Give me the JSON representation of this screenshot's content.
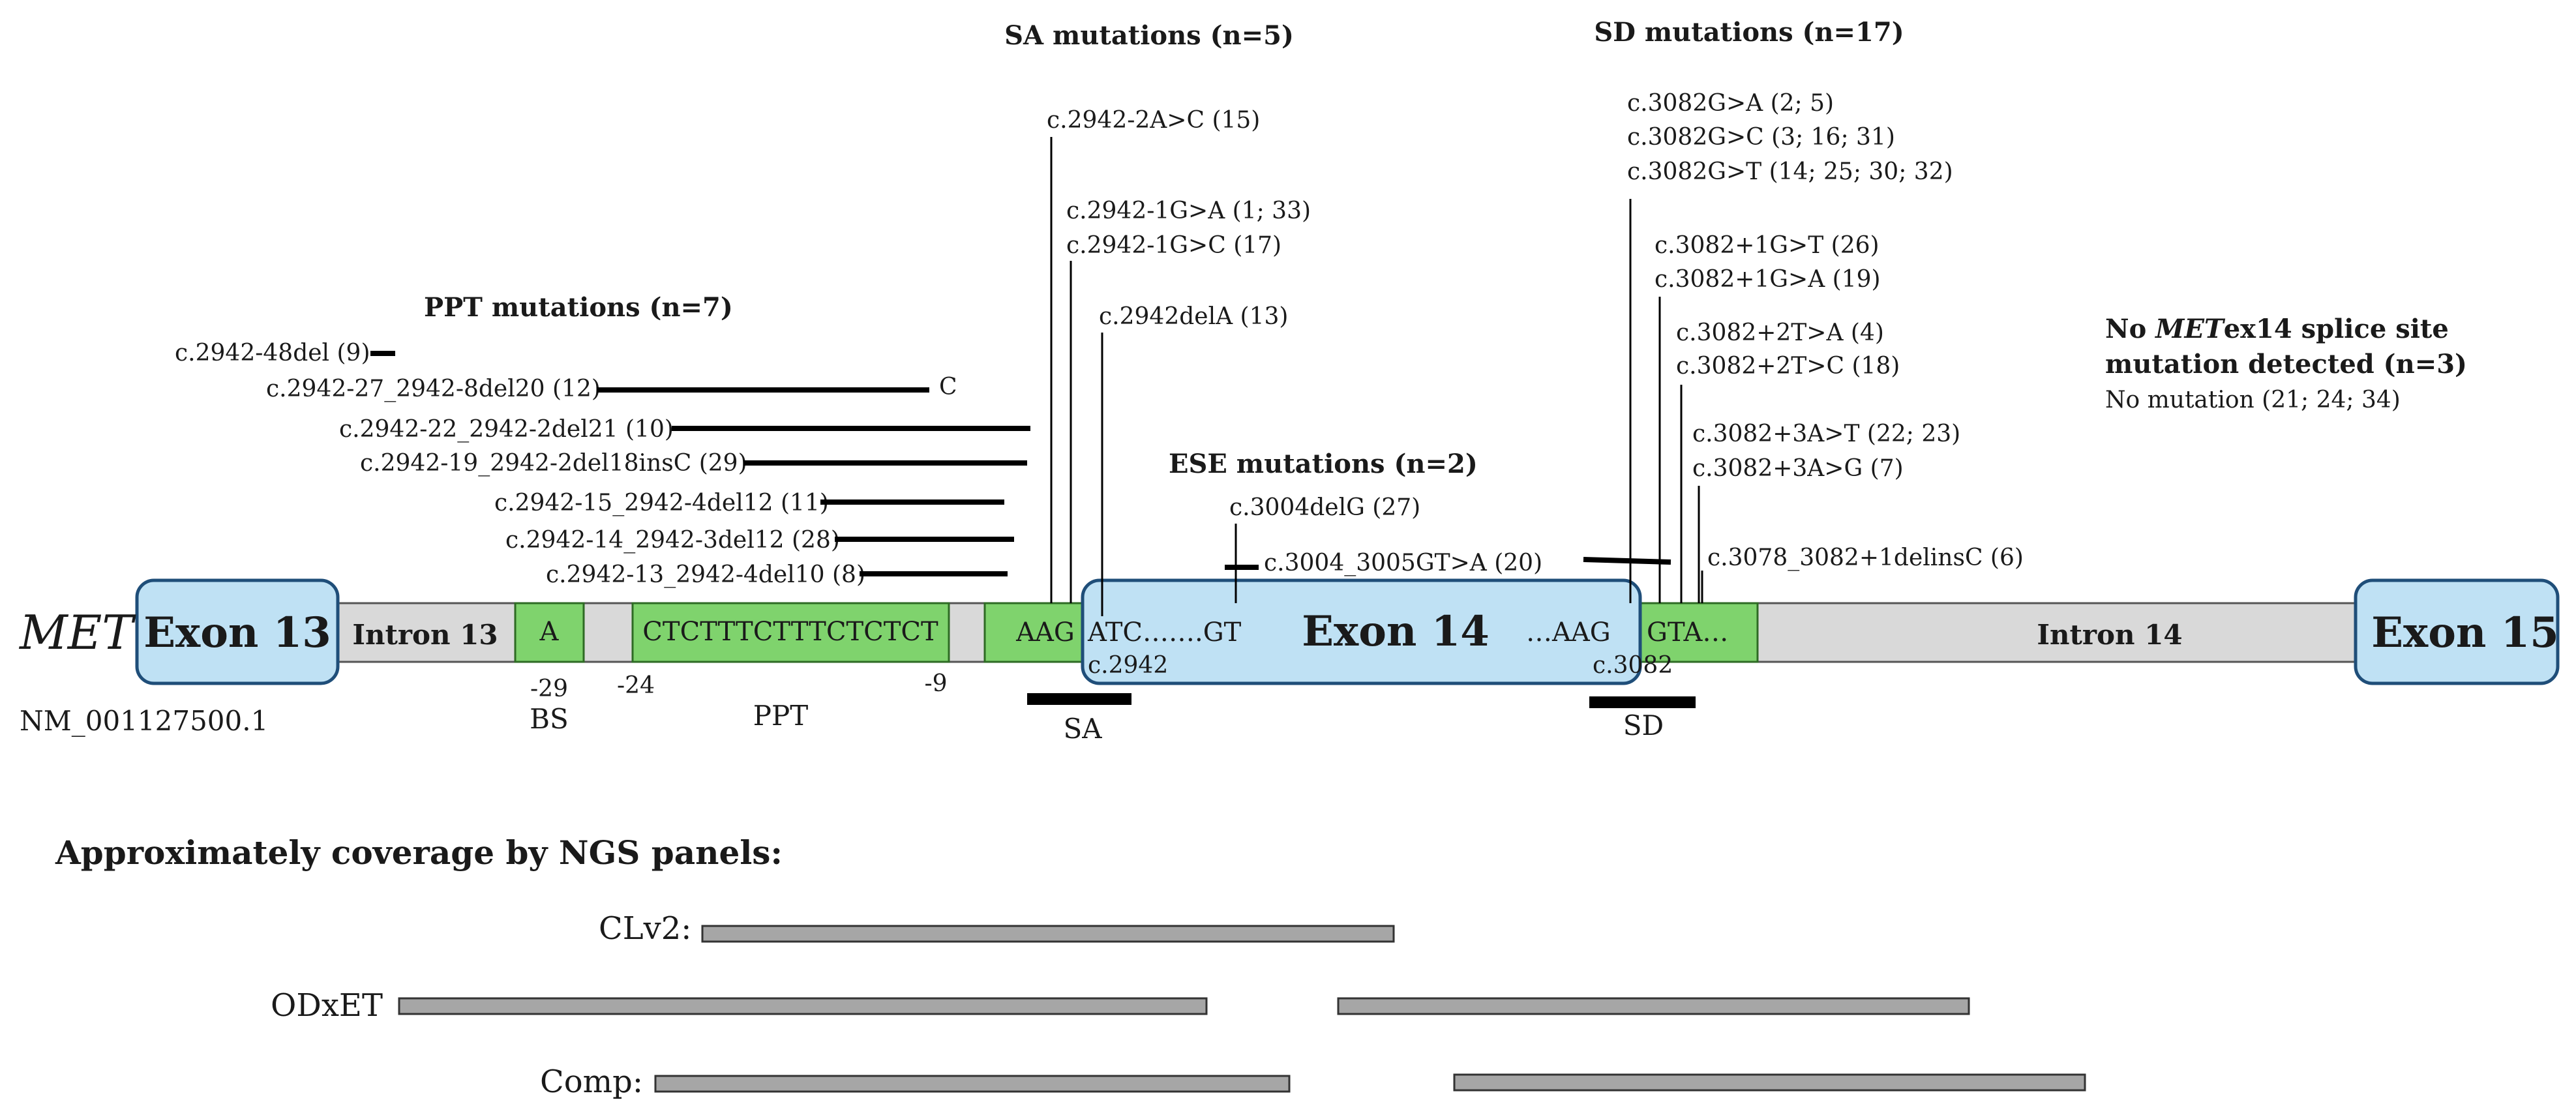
{
  "gene": {
    "name": "MET",
    "transcript": "NM_001127500.1"
  },
  "structure": {
    "exon13": "Exon 13",
    "intron13": "Intron 13",
    "bs_seq": "A",
    "ppt_seq": "CTCTTTCTTTCTCTCT",
    "sa_seq": "AAG",
    "exon14_start": "ATC…….GT",
    "exon14": "Exon 14",
    "exon14_end": "…AAG",
    "sd_seq": "GTA…",
    "intron14": "Intron 14",
    "exon15": "Exon 15",
    "pos_c2942": "c.2942",
    "pos_c3082": "c.3082",
    "pos_m29": "-29",
    "pos_m24": "-24",
    "pos_m9": "-9",
    "label_bs": "BS",
    "label_ppt": "PPT",
    "label_sa": "SA",
    "label_sd": "SD"
  },
  "groups": {
    "ppt_title": "PPT mutations (n=7)",
    "sa_title": "SA mutations (n=5)",
    "ese_title": "ESE mutations (n=2)",
    "sd_title": "SD mutations (n=17)",
    "none_title_1": "No METex14 splice site",
    "none_title_2": "mutation detected (n=3)",
    "none_detail": "No mutation (21; 24; 34)"
  },
  "ppt_mutations": [
    "c.2942-48del (9)",
    "c.2942-27_2942-8del20 (12)",
    "c.2942-22_2942-2del21 (10)",
    "c.2942-19_2942-2del18insC (29)",
    "c.2942-15_2942-4del12 (11)",
    "c.2942-14_2942-3del12 (28)",
    "c.2942-13_2942-4del10 (8)"
  ],
  "ppt_insert": "C",
  "sa_mutations": [
    "c.2942-2A>C (15)",
    "c.2942-1G>A (1; 33)",
    "c.2942-1G>C (17)",
    "c.2942delA (13)"
  ],
  "ese_mutations": [
    "c.3004delG (27)",
    "c.3004_3005GT>A (20)"
  ],
  "sd_mutations": [
    "c.3082G>A (2; 5)",
    "c.3082G>C (3; 16; 31)",
    "c.3082G>T (14; 25; 30; 32)",
    "c.3082+1G>T (26)",
    "c.3082+1G>A (19)",
    "c.3082+2T>A (4)",
    "c.3082+2T>C (18)",
    "c.3082+3A>T (22; 23)",
    "c.3082+3A>G (7)",
    "c.3078_3082+1delinsC (6)"
  ],
  "coverage": {
    "title": "Approximately coverage by NGS panels:",
    "panels": [
      "CLv2:",
      "ODxET",
      "Comp:"
    ]
  },
  "colors": {
    "exon_fill": "#bfe1f4",
    "exon_stroke": "#1f4e79",
    "intron_fill": "#d9d9d9",
    "motif_fill": "#7fd36d",
    "panel_fill": "#a6a6a6"
  }
}
